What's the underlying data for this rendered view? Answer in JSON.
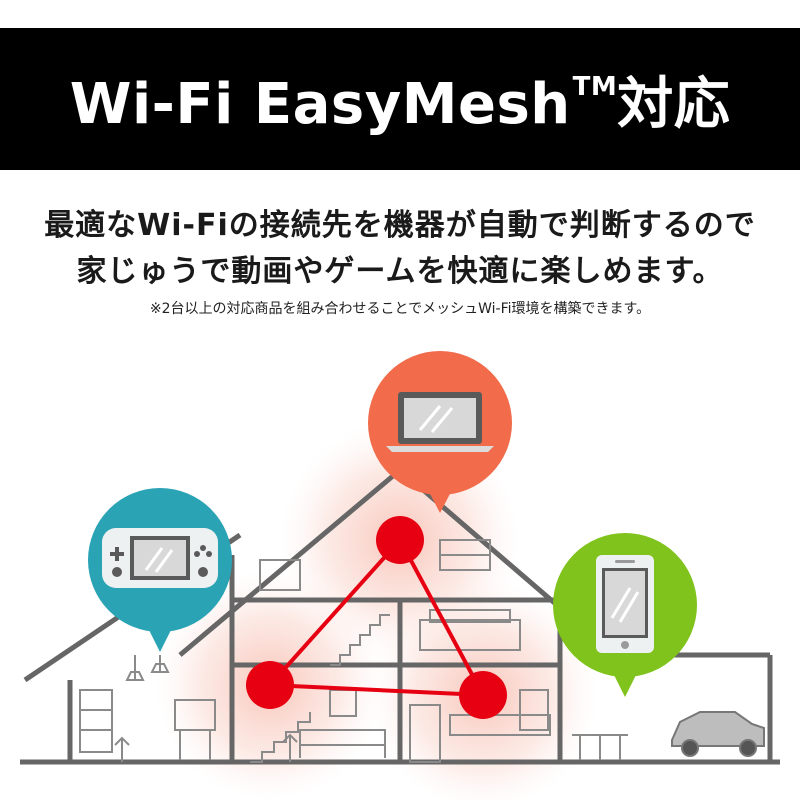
{
  "banner": {
    "title_main": "Wi-Fi EasyMesh",
    "title_tm": "TM",
    "title_suffix": "対応"
  },
  "headline": {
    "line1": "最適なWi-Fiの接続先を機器が自動で判断するので",
    "line2": "家じゅうで動画やゲームを快適に楽しめます。"
  },
  "note": "※2台以上の対応商品を組み合わせることでメッシュWi-Fi環境を構築できます。",
  "colors": {
    "banner_bg": "#000000",
    "laptop_bubble": "#f26b4a",
    "game_bubble": "#2aa3b4",
    "phone_bubble": "#7fc31c",
    "node_red": "#e60012",
    "house_line": "#666666"
  },
  "devices": [
    "laptop-icon",
    "game-console-icon",
    "smartphone-icon"
  ]
}
